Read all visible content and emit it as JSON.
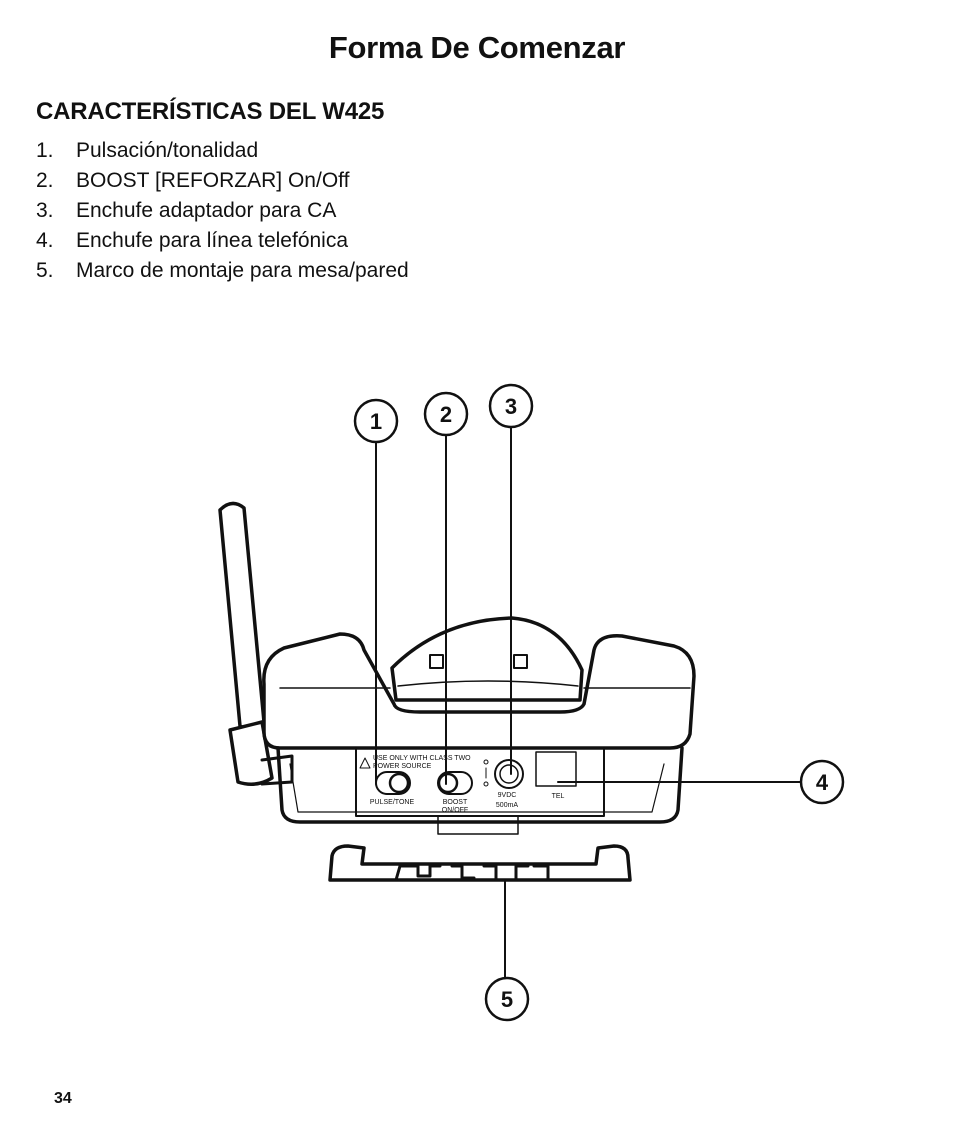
{
  "page": {
    "title": "Forma De Comenzar",
    "section_heading": "CARACTERÍSTICAS DEL W425",
    "page_number": "34"
  },
  "features": [
    {
      "number": "1.",
      "text": "Pulsación/tonalidad"
    },
    {
      "number": "2.",
      "text": "BOOST [REFORZAR] On/Off"
    },
    {
      "number": "3.",
      "text": "Enchufe adaptador para CA"
    },
    {
      "number": "4.",
      "text": "Enchufe para línea telefónica"
    },
    {
      "number": "5.",
      "text": "Marco de montaje para mesa/pared"
    }
  ],
  "diagram": {
    "callouts": [
      "1",
      "2",
      "3",
      "4",
      "5"
    ],
    "panel_warning_line1": "USE ONLY WITH CLASS TWO",
    "panel_warning_line2": "POWER SOURCE",
    "switch1_label": "PULSE/TONE",
    "switch2_label_line1": "BOOST",
    "switch2_label_line2": "ON/OFF",
    "power_label_line1": "9VDC",
    "power_label_line2": "500mA",
    "tel_label": "TEL"
  }
}
